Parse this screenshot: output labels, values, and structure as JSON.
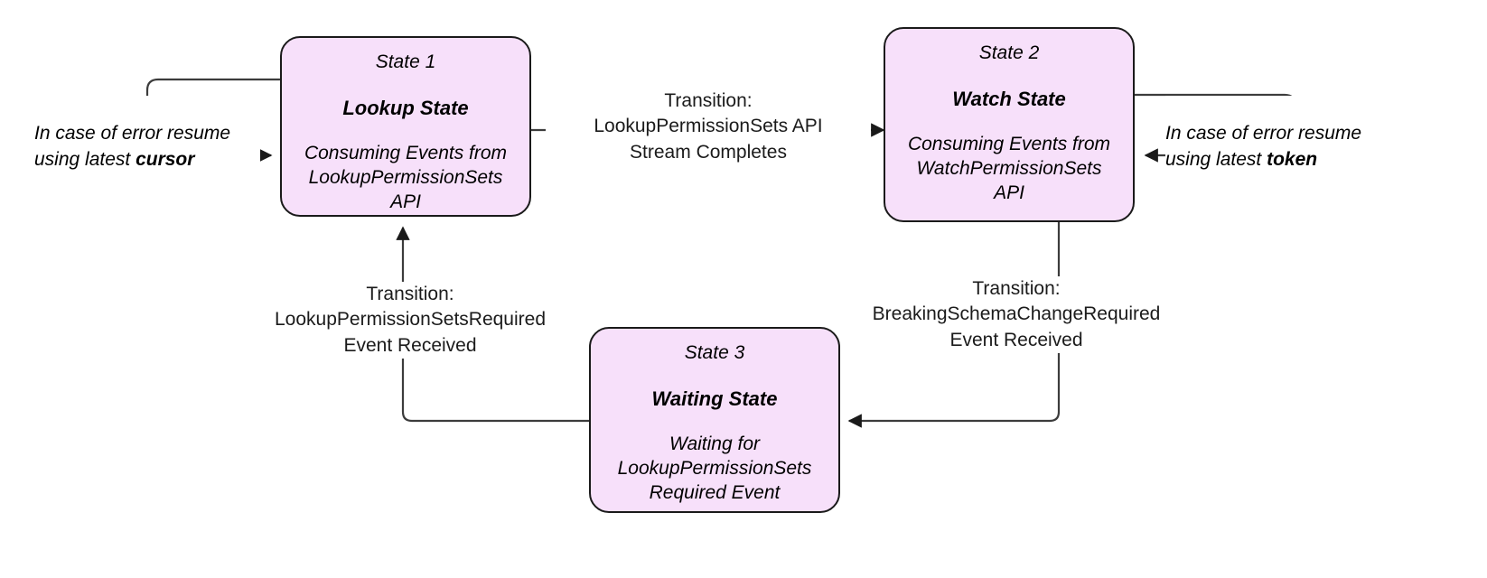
{
  "diagram": {
    "type": "state-machine",
    "background": "#ffffff",
    "node_fill": "#f7e0fa",
    "node_stroke": "#1a1a1a",
    "edge_stroke": "#3c3c3c",
    "states": [
      {
        "id": "state-1",
        "index_label": "State 1",
        "title": "Lookup State",
        "description": "Consuming Events from\nLookupPermissionSets\nAPI"
      },
      {
        "id": "state-2",
        "index_label": "State 2",
        "title": "Watch State",
        "description": "Consuming Events from\nWatchPermissionSets\nAPI"
      },
      {
        "id": "state-3",
        "index_label": "State 3",
        "title": "Waiting State",
        "description": "Waiting for\nLookupPermissionSets\nRequired Event"
      }
    ],
    "transitions": [
      {
        "id": "lookup-to-watch",
        "from": "state-1",
        "to": "state-2",
        "label": "Transition:\nLookupPermissionSets API\nStream Completes"
      },
      {
        "id": "watch-to-waiting",
        "from": "state-2",
        "to": "state-3",
        "label": "Transition:\nBreakingSchemaChangeRequired\nEvent Received"
      },
      {
        "id": "waiting-to-lookup",
        "from": "state-3",
        "to": "state-1",
        "label": "Transition:\nLookupPermissionSetsRequired\nEvent Received"
      }
    ],
    "self_loops": [
      {
        "id": "lookup-error-loop",
        "on": "state-1",
        "text_lead": "In case of error resume\nusing latest ",
        "text_emphasis": "cursor"
      },
      {
        "id": "watch-error-loop",
        "on": "state-2",
        "text_lead": "In case of error resume\nusing latest ",
        "text_emphasis": "token"
      }
    ]
  }
}
